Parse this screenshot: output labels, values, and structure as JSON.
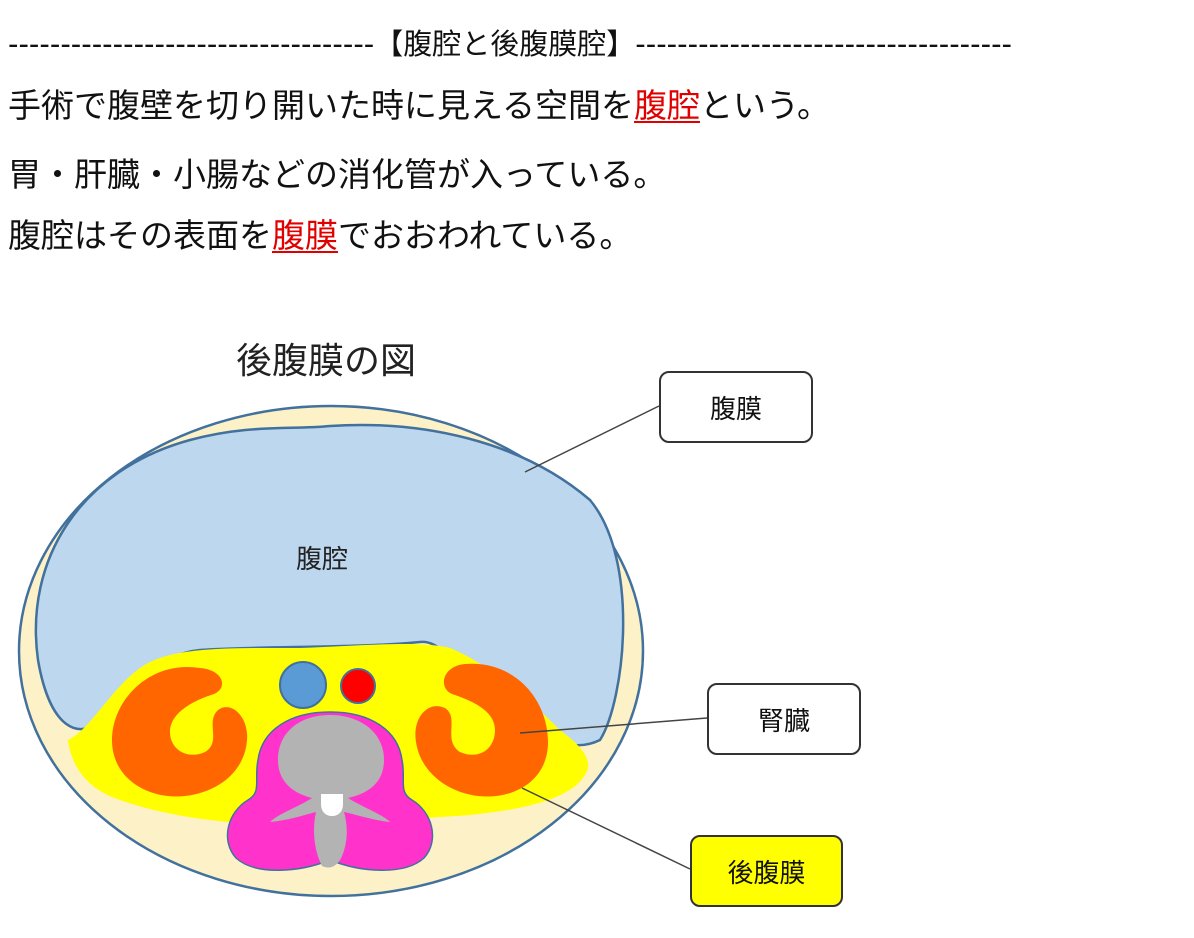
{
  "header": {
    "dashes_left": "-----------------------------------",
    "heading": "【腹腔と後腹膜腔】",
    "dashes_right": "------------------------------------"
  },
  "text": {
    "line1_prefix": "手術で腹壁を切り開いた時に見える空間を",
    "line1_keyword": "腹腔",
    "line1_suffix": "という。",
    "line2": "胃・肝臓・小腸などの消化管が入っている。",
    "line3_prefix": "腹腔はその表面を",
    "line3_keyword": "腹膜",
    "line3_suffix": "でおおわれている。"
  },
  "diagram": {
    "title": "後腹膜の図",
    "region_label": "腹腔",
    "callouts": {
      "peritoneum": "腹膜",
      "kidney": "腎臓",
      "retroperitoneum": "後腹膜"
    },
    "colors": {
      "body_fill": "#fdf1c8",
      "cavity_fill": "#bdd7ee",
      "retroperitoneum_fill": "#ffff00",
      "kidney_fill": "#ff6600",
      "muscle_fill": "#ff33cc",
      "spine_fill": "#b3b3b3",
      "aorta_fill": "#ff0000",
      "vena_cava_fill": "#5b9bd5",
      "keyword_color": "#e00000"
    }
  }
}
